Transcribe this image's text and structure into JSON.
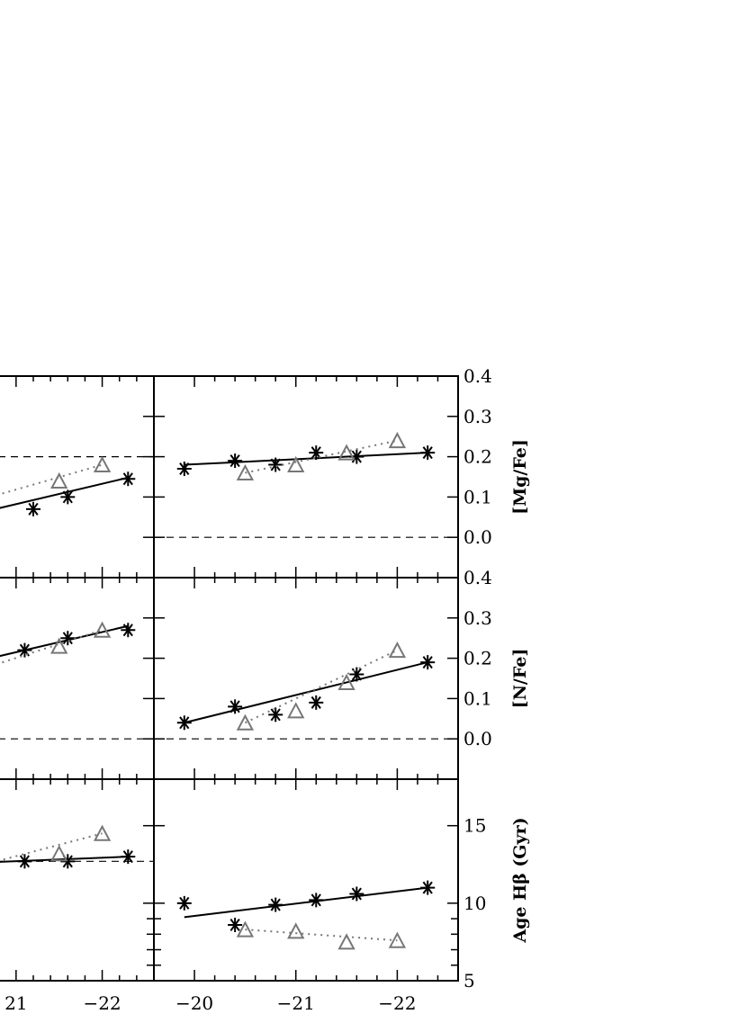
{
  "chart_data": [
    {
      "type": "scatter",
      "panel": "left",
      "row": 0,
      "xlim": [
        -20.5,
        -22.6
      ],
      "ylim": [
        -0.1,
        0.4
      ],
      "reference_y": 0.2,
      "series": [
        {
          "marker": "asterisk",
          "color": "#000000",
          "x": [
            -21.2,
            -21.6,
            -22.3
          ],
          "y": [
            0.07,
            0.1,
            0.145
          ],
          "fit": {
            "x": [
              -20.5,
              -22.3
            ],
            "y": [
              0.057,
              0.148
            ]
          }
        },
        {
          "marker": "triangle",
          "color": "#777777",
          "x": [
            -20.7,
            -21.5,
            -22.0
          ],
          "y": [
            0.1,
            0.14,
            0.18
          ],
          "fit": {
            "x": [
              -20.7,
              -22.0
            ],
            "y": [
              0.1,
              0.18
            ]
          }
        }
      ]
    },
    {
      "type": "scatter",
      "panel": "right",
      "row": 0,
      "xlim": [
        -19.6,
        -22.6
      ],
      "ylim": [
        -0.1,
        0.4
      ],
      "ylabel": "[Mg/Fe]",
      "yticks": [
        "0.0",
        "0.1",
        "0.2",
        "0.3",
        "0.4"
      ],
      "reference_y": 0.0,
      "series": [
        {
          "marker": "asterisk",
          "color": "#000000",
          "x": [
            -19.9,
            -20.4,
            -20.8,
            -21.2,
            -21.6,
            -22.3
          ],
          "y": [
            0.17,
            0.19,
            0.18,
            0.21,
            0.2,
            0.21
          ],
          "fit": {
            "x": [
              -19.9,
              -22.3
            ],
            "y": [
              0.18,
              0.21
            ]
          }
        },
        {
          "marker": "triangle",
          "color": "#777777",
          "x": [
            -20.5,
            -21.0,
            -21.5,
            -22.0
          ],
          "y": [
            0.16,
            0.18,
            0.21,
            0.24
          ],
          "fit": {
            "x": [
              -20.5,
              -22.0
            ],
            "y": [
              0.16,
              0.24
            ]
          }
        }
      ]
    },
    {
      "type": "scatter",
      "panel": "left",
      "row": 1,
      "xlim": [
        -20.5,
        -22.6
      ],
      "ylim": [
        -0.1,
        0.4
      ],
      "reference_y": 0.0,
      "series": [
        {
          "marker": "asterisk",
          "color": "#000000",
          "x": [
            -21.1,
            -21.6,
            -22.3
          ],
          "y": [
            0.22,
            0.25,
            0.27
          ],
          "fit": {
            "x": [
              -20.5,
              -22.3
            ],
            "y": [
              0.19,
              0.28
            ]
          }
        },
        {
          "marker": "triangle",
          "color": "#777777",
          "x": [
            -20.7,
            -21.5,
            -22.0
          ],
          "y": [
            0.18,
            0.23,
            0.27
          ],
          "fit": {
            "x": [
              -20.7,
              -22.0
            ],
            "y": [
              0.18,
              0.27
            ]
          }
        }
      ]
    },
    {
      "type": "scatter",
      "panel": "right",
      "row": 1,
      "xlim": [
        -19.6,
        -22.6
      ],
      "ylim": [
        -0.1,
        0.4
      ],
      "ylabel": "[N/Fe]",
      "yticks": [
        "0.0",
        "0.1",
        "0.2",
        "0.3",
        "0.4"
      ],
      "reference_y": 0.0,
      "series": [
        {
          "marker": "asterisk",
          "color": "#000000",
          "x": [
            -19.9,
            -20.4,
            -20.8,
            -21.2,
            -21.6,
            -22.3
          ],
          "y": [
            0.04,
            0.08,
            0.06,
            0.09,
            0.16,
            0.19
          ],
          "fit": {
            "x": [
              -19.9,
              -22.3
            ],
            "y": [
              0.04,
              0.19
            ]
          }
        },
        {
          "marker": "triangle",
          "color": "#777777",
          "x": [
            -20.5,
            -21.0,
            -21.5,
            -22.0
          ],
          "y": [
            0.04,
            0.07,
            0.14,
            0.22
          ],
          "fit": {
            "x": [
              -20.5,
              -22.0
            ],
            "y": [
              0.04,
              0.22
            ]
          }
        }
      ]
    },
    {
      "type": "scatter",
      "panel": "left",
      "row": 2,
      "xlim": [
        -20.5,
        -22.6
      ],
      "ylim": [
        5,
        18
      ],
      "reference_y": 12.7,
      "xticks": [
        "21",
        "−22"
      ],
      "series": [
        {
          "marker": "asterisk",
          "color": "#000000",
          "x": [
            -21.1,
            -21.6,
            -22.3
          ],
          "y": [
            12.7,
            12.7,
            13.0
          ],
          "fit": {
            "x": [
              -20.5,
              -22.3
            ],
            "y": [
              12.6,
              13.0
            ]
          }
        },
        {
          "marker": "triangle",
          "color": "#777777",
          "x": [
            -20.5,
            -21.5,
            -22.0
          ],
          "y": [
            12.3,
            13.2,
            14.5
          ],
          "fit": {
            "x": [
              -20.5,
              -22.0
            ],
            "y": [
              12.3,
              14.5
            ]
          }
        }
      ]
    },
    {
      "type": "scatter",
      "panel": "right",
      "row": 2,
      "xlim": [
        -19.6,
        -22.6
      ],
      "ylim": [
        5,
        18
      ],
      "ylabel": "Age Hβ (Gyr)",
      "yticks": [
        "5",
        "10",
        "15"
      ],
      "xticks": [
        "−20",
        "−21",
        "−22"
      ],
      "series": [
        {
          "marker": "asterisk",
          "color": "#000000",
          "x": [
            -19.9,
            -20.4,
            -20.8,
            -21.2,
            -21.6,
            -22.3
          ],
          "y": [
            10.0,
            8.6,
            9.9,
            10.2,
            10.6,
            11.0
          ],
          "fit": {
            "x": [
              -19.9,
              -22.3
            ],
            "y": [
              9.1,
              11.0
            ]
          }
        },
        {
          "marker": "triangle",
          "color": "#777777",
          "x": [
            -20.5,
            -21.0,
            -21.5,
            -22.0
          ],
          "y": [
            8.3,
            8.2,
            7.5,
            7.6
          ],
          "fit": {
            "x": [
              -20.5,
              -22.0
            ],
            "y": [
              8.3,
              7.6
            ]
          }
        }
      ]
    }
  ]
}
